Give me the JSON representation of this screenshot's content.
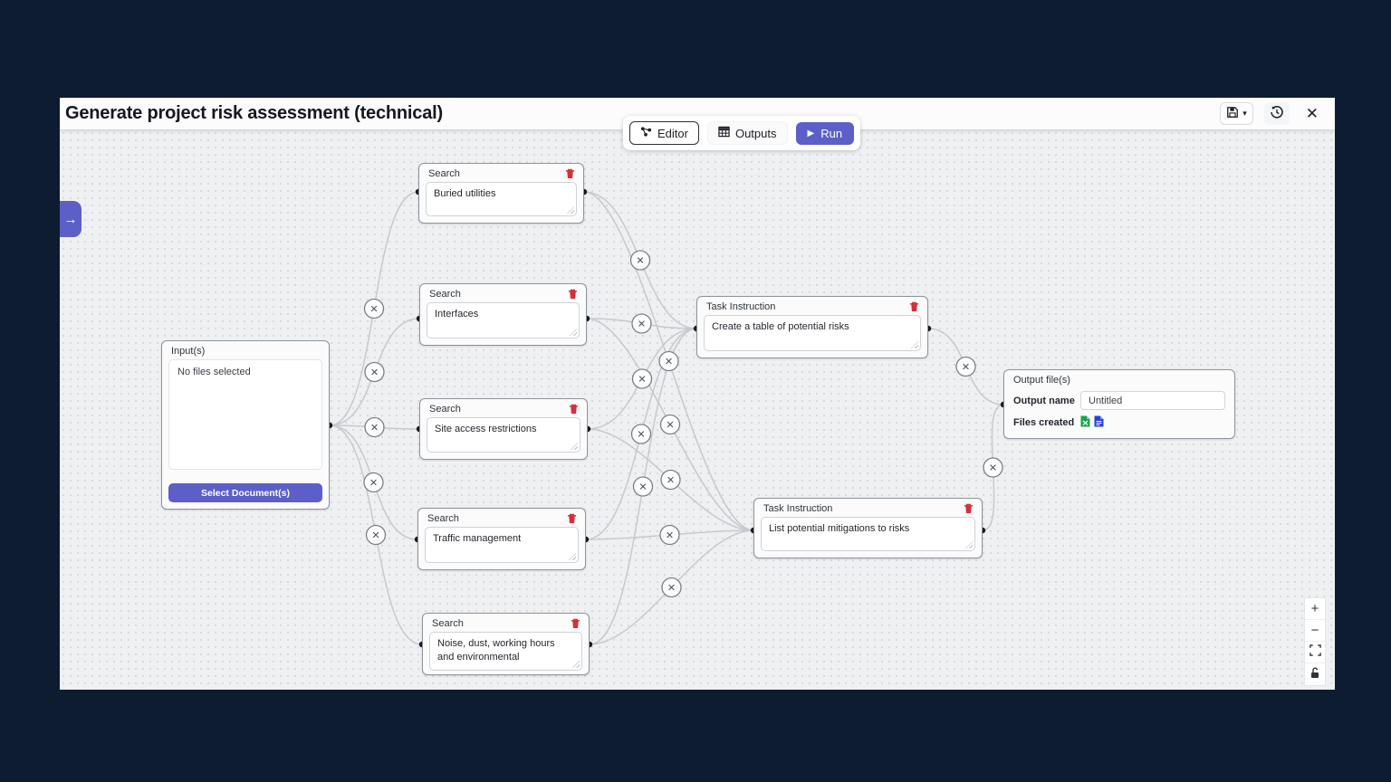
{
  "window": {
    "title": "Generate project risk assessment (technical)"
  },
  "titlebar": {
    "save_icon": "floppy-disk",
    "save_caret": "▾",
    "history_icon": "restore-history",
    "close_glyph": "✕"
  },
  "toolbar": {
    "editor_label": "Editor",
    "editor_icon": "workflow-nodes",
    "outputs_label": "Outputs",
    "outputs_icon": "table-grid",
    "run_label": "Run",
    "run_icon": "▶"
  },
  "sidebar_toggle": {
    "icon": "arrow-right",
    "glyph": "→"
  },
  "canvas": {
    "input_node": {
      "header": "Input(s)",
      "empty_text": "No files selected",
      "select_button_label": "Select Document(s)"
    },
    "search_nodes": [
      {
        "header": "Search",
        "query": "Buried utilities"
      },
      {
        "header": "Search",
        "query": "Interfaces"
      },
      {
        "header": "Search",
        "query": "Site access restrictions"
      },
      {
        "header": "Search",
        "query": "Traffic management"
      },
      {
        "header": "Search",
        "query": "Noise, dust, working hours and environmental"
      }
    ],
    "task_nodes": [
      {
        "header": "Task Instruction",
        "instruction": "Create a table of potential risks"
      },
      {
        "header": "Task Instruction",
        "instruction": "List potential mitigations to risks"
      }
    ],
    "output_node": {
      "header": "Output file(s)",
      "output_name_label": "Output name",
      "output_name_value": "Untitled",
      "files_created_label": "Files created",
      "file_icons": [
        "spreadsheet-file-green",
        "document-file-blue"
      ]
    }
  },
  "zoom_controls": {
    "zoom_in": "+",
    "zoom_out": "−",
    "fit_view_icon": "fit-view-corners",
    "lock_icon": "unlocked-padlock"
  },
  "colors": {
    "accent": "#5b5fc7",
    "danger": "#d62f39",
    "page_background": "#0d1c30",
    "canvas_background": "#eef0f2",
    "edge": "#c6c9ce",
    "spreadsheet_green": "#1ca34a",
    "document_blue": "#2742d6"
  }
}
